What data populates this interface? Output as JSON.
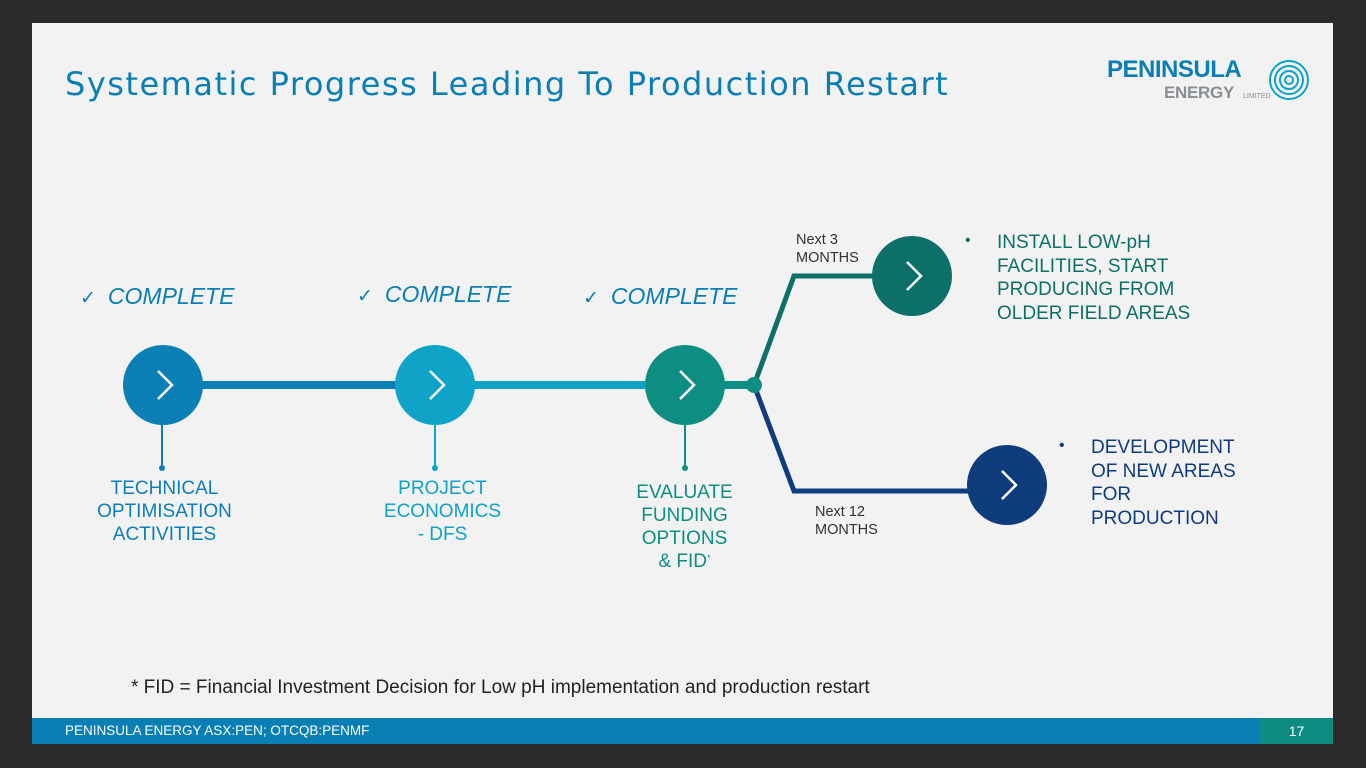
{
  "slide": {
    "title": "Systematic Progress Leading To Production Restart",
    "logo": {
      "line1": "PENINSULA",
      "line2": "ENERGY",
      "line3": "LIMITED"
    },
    "stages": [
      {
        "status": "COMPLETE",
        "label": "TECHNICAL\nOPTIMISATION\nACTIVITIES",
        "color": "#0c7fb7"
      },
      {
        "status": "COMPLETE",
        "label": "PROJECT\nECONOMICS\n- DFS",
        "color": "#0ea3c7"
      },
      {
        "status": "COMPLETE",
        "label": "EVALUATE\nFUNDING\nOPTIONS\n& FID",
        "label_sup": "*",
        "color": "#0e8e82"
      }
    ],
    "branches": [
      {
        "timing": "Next 3\nMONTHS",
        "outcome": "INSTALL LOW-pH\nFACILITIES, START\nPRODUCING FROM\nOLDER FIELD AREAS",
        "color": "#0d7068",
        "bullet": "•"
      },
      {
        "timing": "Next 12\nMONTHS",
        "outcome": "DEVELOPMENT\nOF NEW AREAS\nFOR\nPRODUCTION",
        "color": "#0f3c7d",
        "bullet": "•"
      }
    ],
    "check_mark": "✓",
    "footnote": "* FID = Financial Investment Decision for Low pH implementation and production restart",
    "footer": {
      "text": "PENINSULA ENERGY   ASX:PEN; OTCQB:PENMF",
      "page": "17"
    }
  }
}
